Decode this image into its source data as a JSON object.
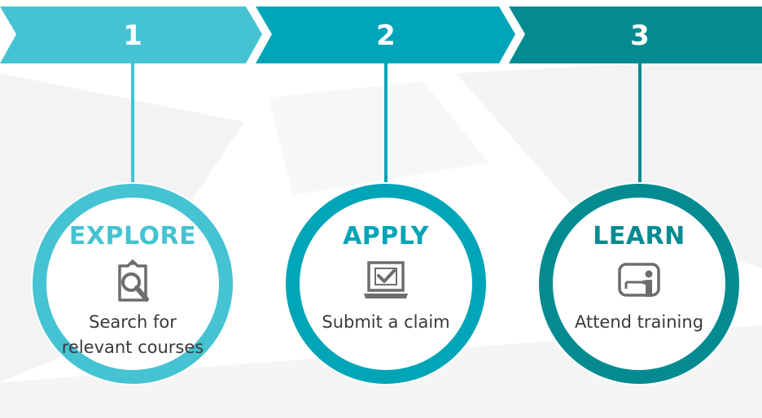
{
  "colors": {
    "step1": "#45c3d3",
    "step2": "#00a5b7",
    "step3": "#048b92",
    "text": "#3a3a3a",
    "icon": "#6d6d6d"
  },
  "steps": [
    {
      "number": "1",
      "title": "EXPLORE",
      "description": "Search for relevant courses",
      "icon": "clipboard-search-icon"
    },
    {
      "number": "2",
      "title": "APPLY",
      "description": "Submit a claim",
      "icon": "laptop-check-icon"
    },
    {
      "number": "3",
      "title": "LEARN",
      "description": "Attend training",
      "icon": "presenter-board-icon"
    }
  ]
}
